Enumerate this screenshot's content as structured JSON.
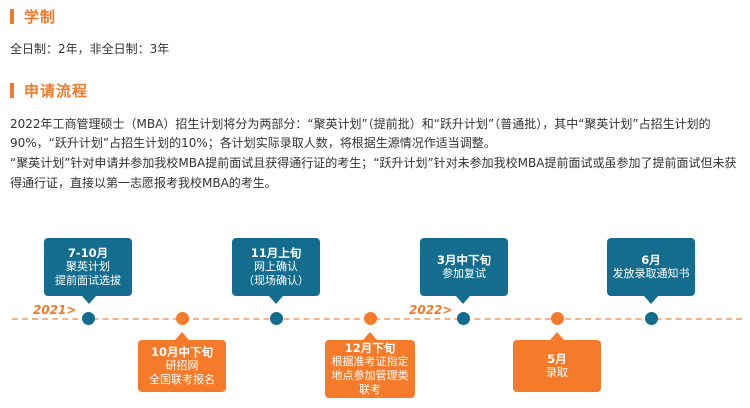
{
  "xuezhi": {
    "title": "学制",
    "text": "全日制：2年，非全日制：3年"
  },
  "process": {
    "title": "申请流程",
    "lines": [
      "2022年工商管理硕士（MBA）招生计划将分为两部分：“聚英计划”（提前批）和“跃升计划”（普通批），其中“聚英计划”占招生计划的",
      "90%，“跃升计划”占招生计划的10%；各计划实际录取人数，将根据生源情况作适当调整。",
      "“聚英计划”针对申请并参加我校MBA提前面试且获得通行证的考生；“跃升计划”针对未参加我校MBA提前面试或虽参加了提前面试但未获",
      "得通行证，直接以第一志愿报考我校MBA的考生。"
    ]
  },
  "timeline": {
    "year_labels": [
      "2021>",
      "2022>"
    ],
    "top_cards": [
      {
        "title": "7-10月",
        "lines": [
          "聚英计划",
          "提前面试选拔"
        ]
      },
      {
        "title": "11月上旬",
        "lines": [
          "网上确认",
          "（现场确认）"
        ]
      },
      {
        "title": "3月中下旬",
        "lines": [
          "参加复试"
        ]
      },
      {
        "title": "6月",
        "lines": [
          "发放录取通知书"
        ]
      }
    ],
    "bottom_cards": [
      {
        "title": "10月中下旬",
        "lines": [
          "研招网",
          "全国联考报名"
        ]
      },
      {
        "title": "12月下旬",
        "lines": [
          "根据准考证指定",
          "地点参加管理类",
          "联考"
        ]
      },
      {
        "title": "5月",
        "lines": [
          "录取"
        ]
      }
    ],
    "colors": {
      "blue": "#146d8e",
      "orange": "#f57a2a",
      "accent": "#f07a2c"
    }
  }
}
